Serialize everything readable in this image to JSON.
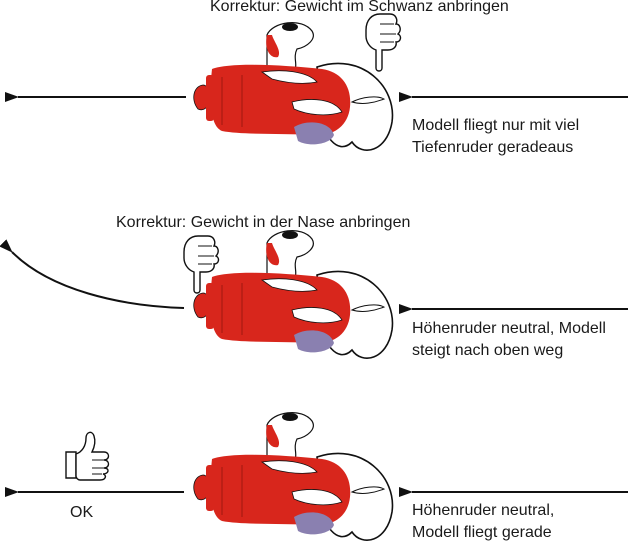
{
  "colors": {
    "fuselage": "#d8261c",
    "wing_outline": "#111111",
    "wheel": "#8a80b0",
    "arrow": "#111111"
  },
  "panels": [
    {
      "correction": "Korrektur: Gewicht im Schwanz anbringen",
      "description_line1": "Modell fliegt nur mit viel",
      "description_line2": "Tiefenruder geradeaus",
      "hand_icon": "pointing-down-hand-icon"
    },
    {
      "correction": "Korrektur: Gewicht in der Nase anbringen",
      "description_line1": "Höhenruder neutral, Modell",
      "description_line2": "steigt nach oben weg",
      "hand_icon": "pointing-down-hand-icon"
    },
    {
      "result": "OK",
      "description_line1": "Höhenruder neutral,",
      "description_line2": "Modell fliegt gerade",
      "hand_icon": "thumbs-up-icon"
    }
  ]
}
